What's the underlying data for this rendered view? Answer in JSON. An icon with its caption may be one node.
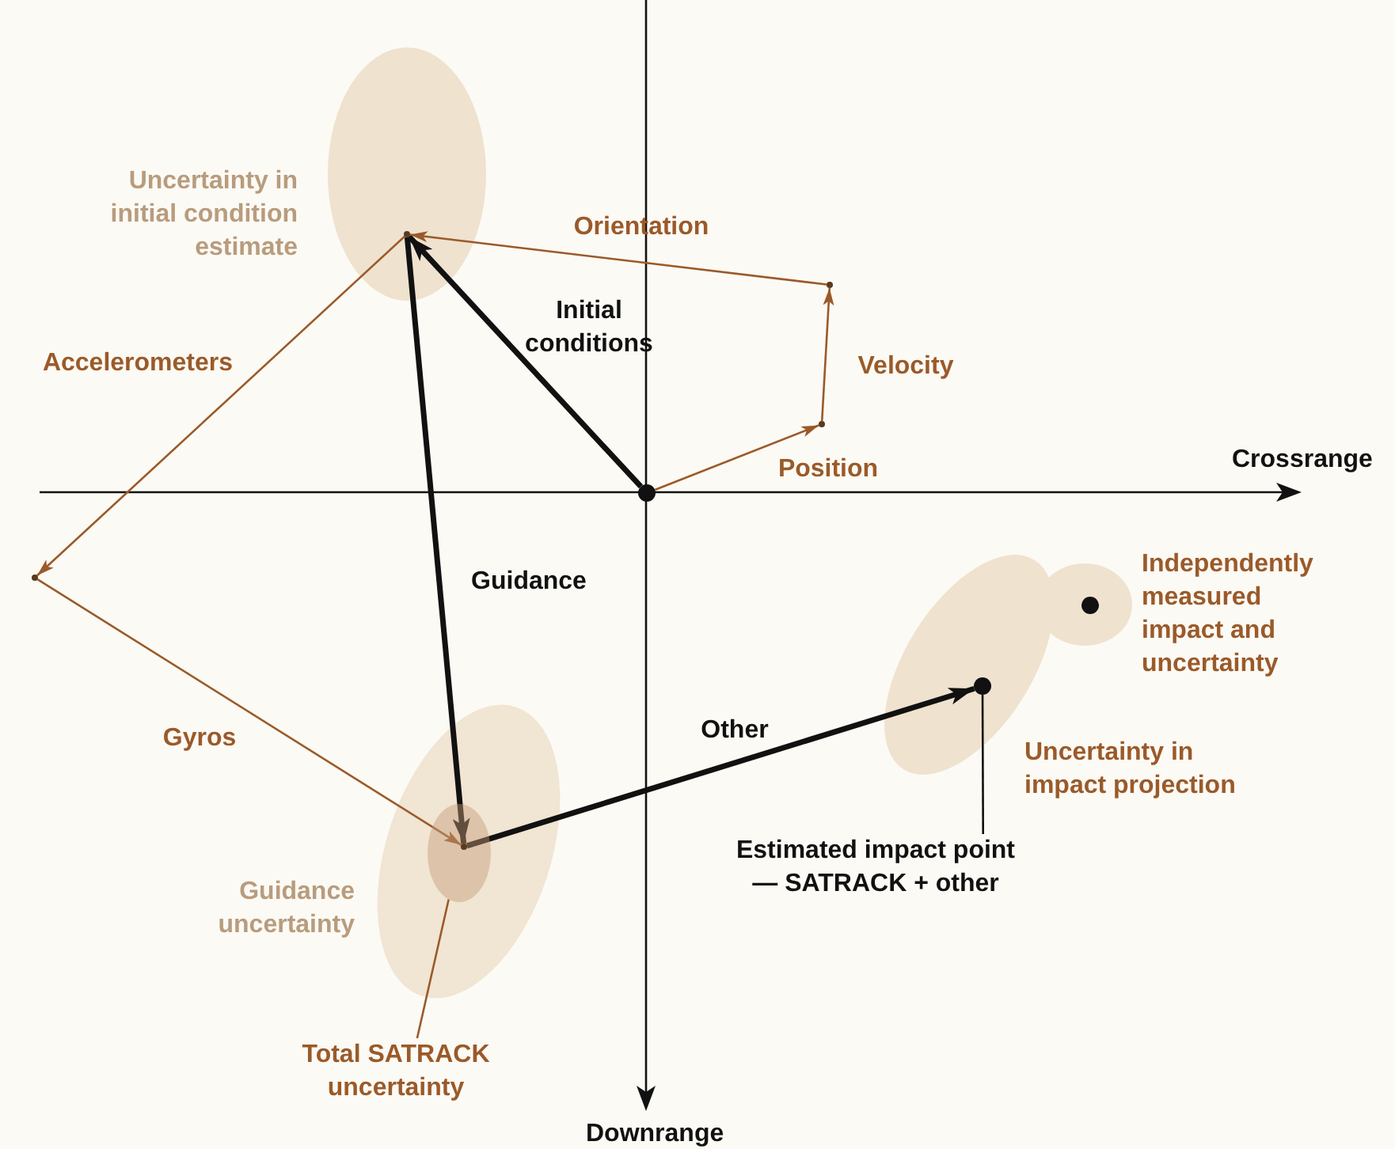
{
  "diagram": {
    "nodes": [
      {
        "text": [],
        "shape": "circle"
      },
      {
        "text": [],
        "shape": "point"
      },
      {
        "text": [],
        "shape": "point"
      },
      {
        "text": [],
        "shape": "point"
      },
      {
        "text": [],
        "shape": "point"
      },
      {
        "text": [],
        "shape": "point",
        "in": 9
      },
      {
        "text": [],
        "shape": "circle"
      },
      {
        "text": [],
        "shape": "circle"
      },
      {
        "text": [
          "Total SATRACK uncertainty"
        ]
      },
      {
        "text": [],
        "shape": "ellipse"
      },
      {
        "text": [
          "Estimated impact point — SATRACK + other"
        ]
      }
    ],
    "edges": [
      {
        "from": 0,
        "to": 1,
        "arrow": "to",
        "label": "Initial conditions",
        "style": "thick",
        "color": "#111111"
      },
      {
        "from": 0,
        "to": 3,
        "arrow": "to",
        "label": "Position"
      },
      {
        "from": 3,
        "to": 2,
        "arrow": "to",
        "label": "Velocity"
      },
      {
        "from": 2,
        "to": 1,
        "arrow": "to",
        "label": "Orientation"
      },
      {
        "from": 1,
        "to": 4,
        "arrow": "to",
        "label": "Accelerometers"
      },
      {
        "from": 4,
        "to": 5,
        "arrow": "to",
        "label": "Gyros"
      },
      {
        "from": 1,
        "to": 5,
        "arrow": "to",
        "label": "Guidance",
        "style": "thick",
        "color": "#111111"
      },
      {
        "from": 5,
        "to": 6,
        "arrow": "to",
        "label": "Other",
        "style": "thick",
        "color": "#111111"
      },
      {
        "from": 8,
        "to": 9,
        "arrow": "none"
      },
      {
        "from": 10,
        "to": 6,
        "arrow": "none",
        "color": "#111111"
      }
    ],
    "labels": [
      "Uncertainty in initial condition estimate",
      "Crossrange",
      "Independently measured impact and uncertainty",
      "Uncertainty in impact projection",
      "Guidance uncertainty",
      "Downrange"
    ]
  }
}
